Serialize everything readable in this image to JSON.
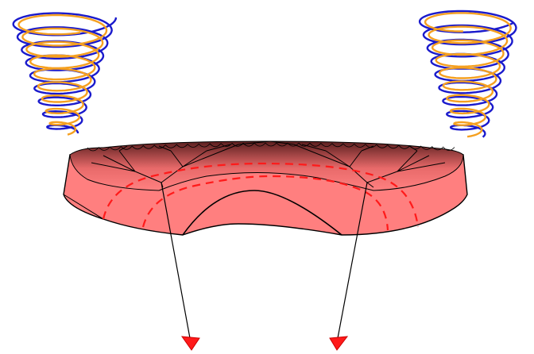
{
  "colors": {
    "background": "#ffffff",
    "disk_fill": "#ff7f7f",
    "disk_top_dark": "#5a1f1f",
    "outline": "#000000",
    "dashed_path": "#ff0000",
    "arrow_head": "#ff0000",
    "spiral_outer": "#1a1acc",
    "spiral_inner": "#f5a020"
  },
  "diagram": {
    "elements": [
      "vortex-spiral-left",
      "vortex-spiral-right",
      "disk-body",
      "fan-line-network",
      "dashed-flow-paths",
      "downward-arrow-left",
      "downward-arrow-right"
    ]
  }
}
